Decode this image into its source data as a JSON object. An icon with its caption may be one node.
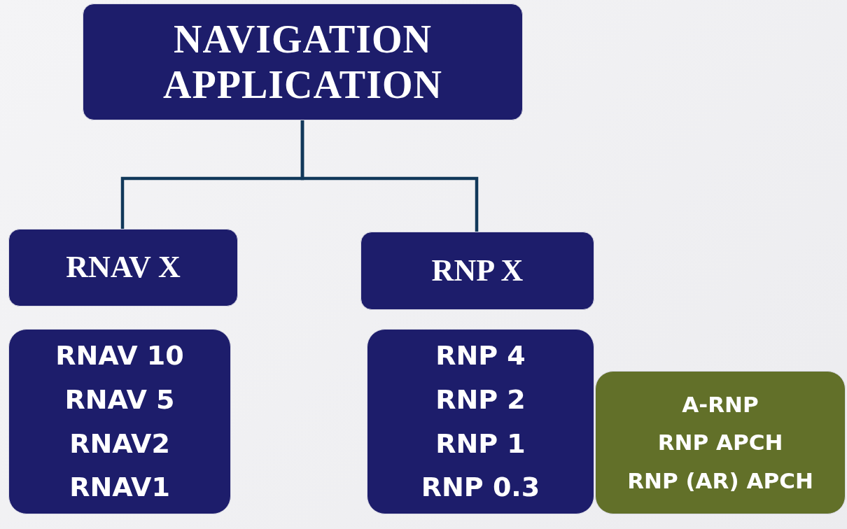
{
  "diagram": {
    "nodes": [
      {
        "text": [
          "NAVIGATION APPLICATION"
        ]
      },
      {
        "text": [
          "RNAV X"
        ]
      },
      {
        "text": [
          "RNP X"
        ]
      },
      {
        "text": [
          "RNAV 10",
          "RNAV 5",
          "RNAV2",
          "RNAV1"
        ]
      },
      {
        "text": [
          "RNP 4",
          "RNP 2",
          "RNP 1",
          "RNP 0.3"
        ]
      },
      {
        "text": [
          "A-RNP",
          "RNP APCH",
          "RNP (AR) APCH"
        ]
      }
    ],
    "edges": [
      {
        "from": 0,
        "to": 1,
        "arrow": "none"
      },
      {
        "from": 0,
        "to": 2,
        "arrow": "none"
      }
    ]
  }
}
